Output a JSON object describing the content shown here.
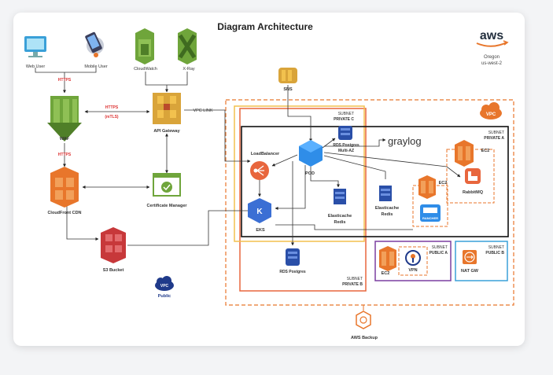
{
  "title": "Diagram Architecture",
  "aws": {
    "logo": "aws",
    "region_name": "Oregon",
    "region_code": "us-west-2"
  },
  "nodes": {
    "web_user": "Web User",
    "mobile_user": "Mobile User",
    "cloudwatch": "CloudWatch",
    "xray": "X-Ray",
    "waf": "WAF",
    "api_gateway": "API Gateway",
    "certificate_manager": "Certificate Manager",
    "cloudfront": "CloudFront CDN",
    "s3": "S3 Bucket",
    "sns": "SNS",
    "loadbalancer": "LoadBalancer",
    "eks": "EKS",
    "pod": "POD",
    "rds_multi_az_1": "RDS Postgres",
    "rds_multi_az_2": "Multi-AZ",
    "elasticache_1": "Elasticache",
    "elasticache_1b": "Redis",
    "elasticache_2": "Elasticache",
    "elasticache_2b": "Redis",
    "rds_postgres": "RDS Postgres",
    "graylog": "graylog",
    "ec2_rabbit": "EC2",
    "rabbitmq": "RabbitMQ",
    "ec2_rancher": "EC2",
    "rancher": "RANCHER",
    "ec2_vpn": "EC2",
    "vpn": "VPN",
    "natgw": "NAT GW",
    "aws_backup": "AWS Backup",
    "vpc_public": "VPC",
    "vpc_public_label": "Public",
    "vpc_main": "VPC"
  },
  "edges": {
    "https1": "HTTPS",
    "https2": "HTTPS",
    "https_mtls_1": "HTTPS",
    "https_mtls_2": "(mTLS)",
    "vpc_link": "VPC LINK"
  },
  "subnets": {
    "private_c": {
      "l1": "SUBNET",
      "l2": "PRIVATE C"
    },
    "private_a": {
      "l1": "SUBNET",
      "l2": "PRIVATE A"
    },
    "private_b": {
      "l1": "SUBNET",
      "l2": "PRIVATE B"
    },
    "public_a": {
      "l1": "SUBNET",
      "l2": "PUBLIC A"
    },
    "public_b": {
      "l1": "SUBNET",
      "l2": "PUBLIC B"
    }
  },
  "icons": {
    "web_user": "monitor-icon",
    "mobile_user": "mobile-phone-icon",
    "cloudwatch": "cloudwatch-icon",
    "xray": "xray-icon",
    "waf": "waf-icon",
    "api_gateway": "api-gateway-icon",
    "certificate_manager": "certificate-icon",
    "cloudfront": "cloudfront-icon",
    "s3": "s3-bucket-icon",
    "sns": "sns-icon",
    "loadbalancer": "load-balancer-icon",
    "eks": "eks-icon",
    "pod": "pod-cube-icon",
    "rds": "database-icon",
    "elasticache": "elasticache-icon",
    "ec2": "ec2-icon",
    "rabbitmq": "rabbitmq-icon",
    "rancher": "rancher-icon",
    "vpn": "vpn-icon",
    "natgw": "nat-gateway-icon",
    "aws_backup": "backup-icon",
    "vpc": "vpc-cloud-icon"
  },
  "colors": {
    "aws_orange": "#e8762b",
    "aws_green": "#6fa53b",
    "aws_red": "#c7383a",
    "aws_blue": "#3b6fd4",
    "api_red": "#ba4a2b",
    "subnet_c": "#f2c14e",
    "subnet_b": "#e8663d",
    "subnet_public_a": "#7b3fa0",
    "subnet_public_b": "#3aa0d8",
    "vpc_border": "#e8762b",
    "graylog_red": "#e8413a"
  }
}
